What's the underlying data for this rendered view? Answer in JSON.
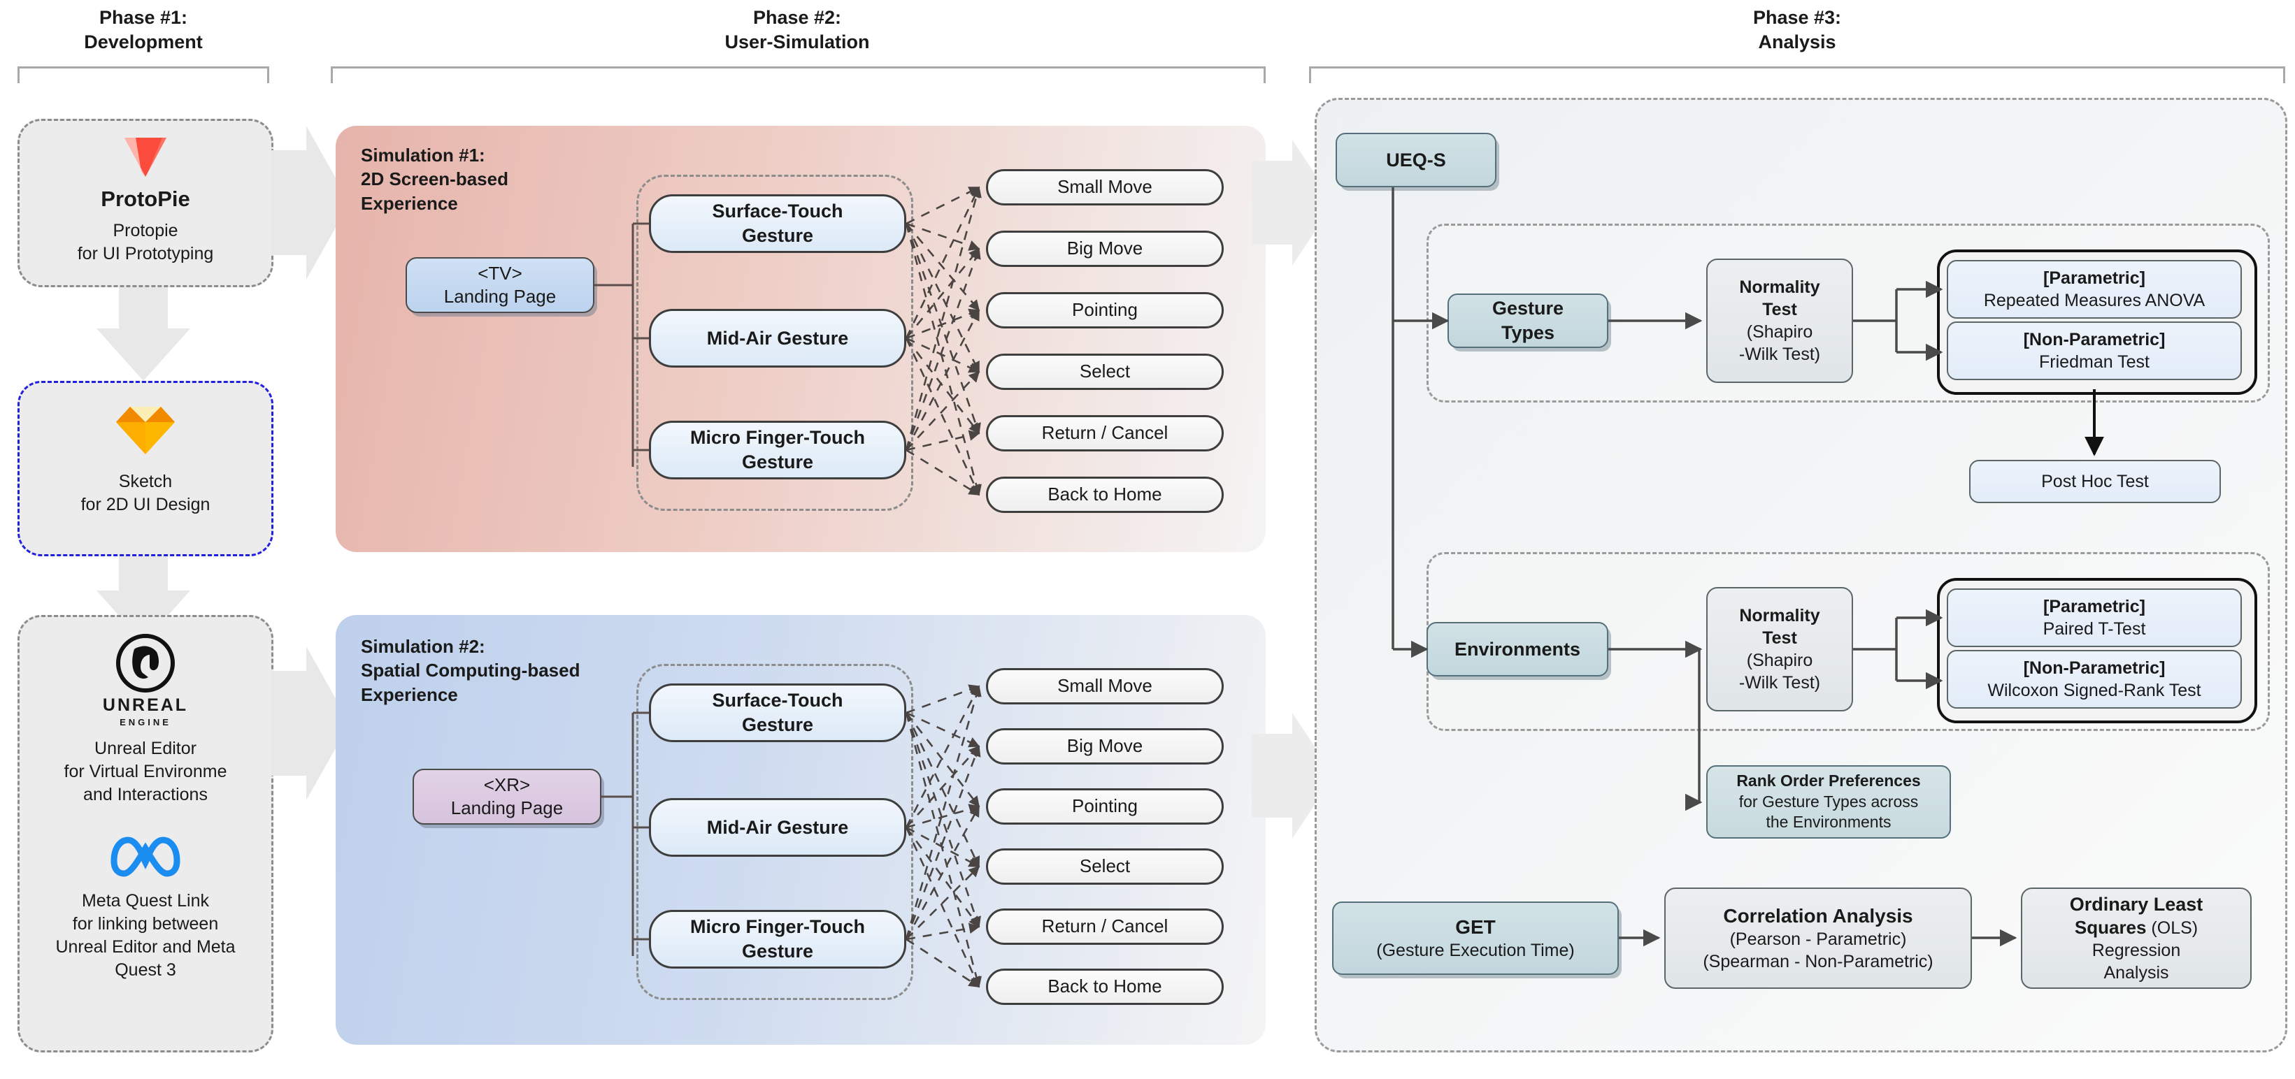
{
  "phases": [
    {
      "id": "p1",
      "title_line1": "Phase #1:",
      "title_line2": "Development"
    },
    {
      "id": "p2",
      "title_line1": "Phase #2:",
      "title_line2": "User-Simulation"
    },
    {
      "id": "p3",
      "title_line1": "Phase #3:",
      "title_line2": "Analysis"
    }
  ],
  "development": {
    "tools": [
      {
        "icon": "protopie-logo",
        "name": "ProtoPie",
        "desc_line1": "Protopie",
        "desc_line2": "for UI Prototyping",
        "desc_line3": ""
      },
      {
        "icon": "sketch-logo",
        "name": "",
        "desc_line1": "Sketch",
        "desc_line2": "for 2D UI Design",
        "desc_line3": ""
      },
      {
        "icon": "unreal-engine-logo",
        "name": "",
        "desc_line1": "Unreal Editor",
        "desc_line2": "for Virtual Environme",
        "desc_line3": "and Interactions"
      },
      {
        "icon": "meta-logo",
        "name": "",
        "desc_line1": "Meta Quest Link",
        "desc_line2": "for linking between",
        "desc_line3": "Unreal Editor and Meta",
        "desc_line4": "Quest 3"
      }
    ],
    "unreal_wordmark_line1": "UNREAL",
    "unreal_wordmark_line2": "ENGINE"
  },
  "simulations": [
    {
      "id": "sim1",
      "title_line1": "Simulation #1:",
      "title_line2": "2D Screen-based",
      "title_line3": "Experience",
      "landing_tag": "<TV>",
      "landing_label": "Landing Page",
      "gestures": [
        {
          "line1": "Surface-Touch",
          "line2": "Gesture"
        },
        {
          "line1": "Mid-Air Gesture",
          "line2": ""
        },
        {
          "line1": "Micro Finger-Touch",
          "line2": "Gesture"
        }
      ],
      "tasks": [
        "Small Move",
        "Big Move",
        "Pointing",
        "Select",
        "Return / Cancel",
        "Back to Home"
      ]
    },
    {
      "id": "sim2",
      "title_line1": "Simulation #2:",
      "title_line2": "Spatial Computing-based",
      "title_line3": "Experience",
      "landing_tag": "<XR>",
      "landing_label": "Landing Page",
      "gestures": [
        {
          "line1": "Surface-Touch",
          "line2": "Gesture"
        },
        {
          "line1": "Mid-Air Gesture",
          "line2": ""
        },
        {
          "line1": "Micro Finger-Touch",
          "line2": "Gesture"
        }
      ],
      "tasks": [
        "Small Move",
        "Big Move",
        "Pointing",
        "Select",
        "Return / Cancel",
        "Back to Home"
      ]
    }
  ],
  "analysis": {
    "ueqs": "UEQ-S",
    "gesture_types": {
      "line1": "Gesture",
      "line2": "Types"
    },
    "environments": "Environments",
    "normality_top": {
      "line1": "Normality",
      "line2": "Test",
      "line3": "(Shapiro",
      "line4": "-Wilk Test)"
    },
    "normality_bottom": {
      "line1": "Normality",
      "line2": "Test",
      "line3": "(Shapiro",
      "line4": "-Wilk Test)"
    },
    "top_tests": [
      {
        "tag": "[Parametric]",
        "name": "Repeated Measures ANOVA"
      },
      {
        "tag": "[Non-Parametric]",
        "name": "Friedman Test"
      }
    ],
    "bottom_tests": [
      {
        "tag": "[Parametric]",
        "name": "Paired T-Test"
      },
      {
        "tag": "[Non-Parametric]",
        "name": "Wilcoxon Signed-Rank Test"
      }
    ],
    "post_hoc": "Post Hoc Test",
    "rank_order": {
      "line1": "Rank Order Preferences",
      "line2": "for Gesture Types across",
      "line3": "the Environments"
    },
    "get": {
      "line1": "GET",
      "line2": "(Gesture Execution Time)"
    },
    "correlation": {
      "line1": "Correlation Analysis",
      "line2": "(Pearson - Parametric)",
      "line3": "(Spearman - Non-Parametric)"
    },
    "ols": {
      "line1": "Ordinary Least",
      "line2_bold": "Squares",
      "line2_rest": " (OLS)",
      "line3": "Regression",
      "line4": "Analysis"
    }
  },
  "colors": {
    "sim1_start": "#e6b4ab",
    "sim2_start": "#bed0ec",
    "teal_node": "#c8dade",
    "blue_node": "#e2ecf8",
    "sketch_border": "#2020dd",
    "arrow_grey": "#e8e8e8",
    "bracket": "#a8a8a8"
  }
}
